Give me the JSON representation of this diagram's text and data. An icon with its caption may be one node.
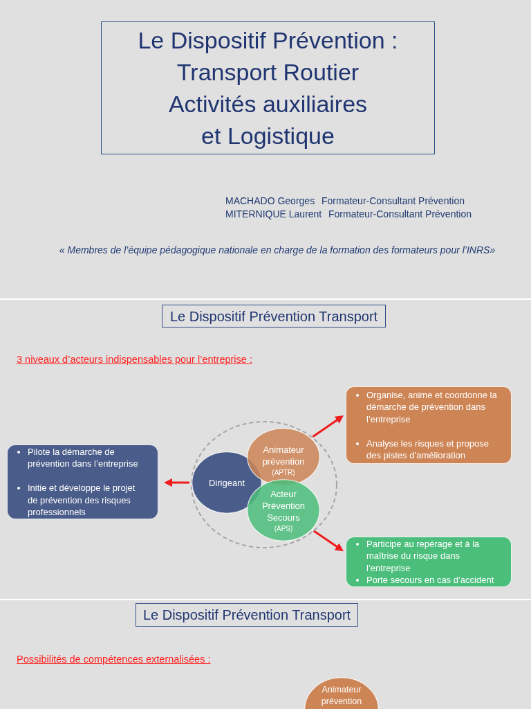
{
  "diagram": {
    "nodes": [
      {
        "text": [
          "Le Dispositif Prévention : Transport Routier Activités auxiliaires et Logistique"
        ]
      },
      {
        "text": [
          "Le Dispositif Prévention Transport"
        ]
      },
      {
        "text": [
          "Pilote la démarche de prévention dans l’entreprise",
          "Initie et développe le projet de prévention des risques professionnels"
        ]
      },
      {
        "text": [],
        "shape": "circle"
      },
      {
        "text": [
          "Dirigeant"
        ],
        "in": 3
      },
      {
        "text": [
          "Animateur prévention",
          "(APTR)"
        ],
        "in": 3
      },
      {
        "text": [
          "Acteur Prévention Secours",
          "(APS)"
        ],
        "in": 3
      },
      {
        "text": [
          "Organise, anime et coordonne la démarche de prévention dans l’entreprise",
          "Analyse les risques et propose des pistes d’amélioration"
        ]
      },
      {
        "text": [
          "Participe au repérage et à la maîtrise du risque dans l’entreprise",
          "Porte secours en cas d’accident"
        ]
      },
      {
        "text": [
          "Le Dispositif Prévention Transport"
        ]
      },
      {
        "text": [
          "Animateur prévention"
        ]
      }
    ],
    "edges": [
      {
        "from": 4,
        "to": 2,
        "arrow": "to"
      },
      {
        "from": 5,
        "to": 7,
        "arrow": "to"
      },
      {
        "from": 6,
        "to": 8,
        "arrow": "to"
      }
    ],
    "labels": [
      "MACHADO Georges",
      "Formateur-Consultant Prévention",
      "MITERNIQUE Laurent",
      "Formateur-Consultant Prévention",
      "« Membres de l’équipe pédagogique nationale en charge de la formation des formateurs pour l’INRS»",
      "3 niveaux d’acteurs indispensables pour l’entreprise :",
      "Possibilités de compétences externalisées :"
    ]
  }
}
